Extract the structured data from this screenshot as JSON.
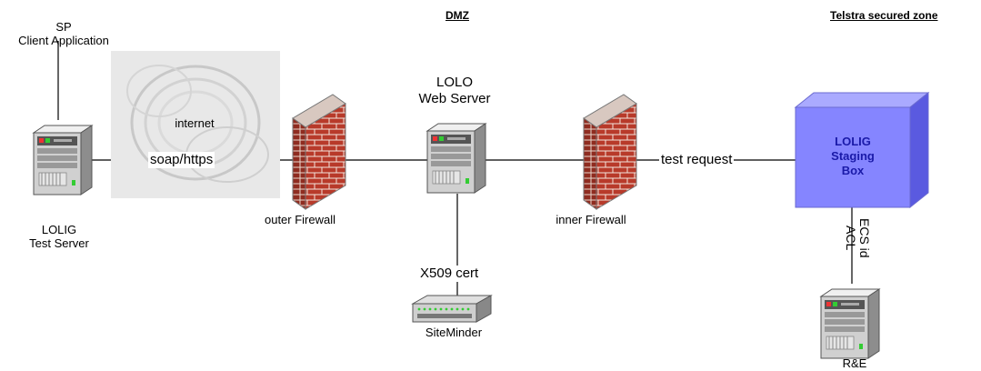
{
  "headers": {
    "dmz": "DMZ",
    "secured_zone": "Telstra secured zone"
  },
  "nodes": {
    "client_app": {
      "line1": "SP",
      "line2": "Client Application"
    },
    "test_server": {
      "line1": "LOLIG",
      "line2": "Test Server"
    },
    "cloud": {
      "label": "internet"
    },
    "outer_firewall": {
      "label": "outer Firewall"
    },
    "web_server": {
      "line1": "LOLO",
      "line2": "Web Server"
    },
    "inner_firewall": {
      "label": "inner Firewall"
    },
    "staging_box": {
      "line1": "LOLIG",
      "line2": "Staging",
      "line3": "Box"
    },
    "siteminder": {
      "label": "SiteMinder"
    },
    "re_server": {
      "label": "R&E"
    }
  },
  "links": {
    "soap": "soap/https",
    "test_request": "test request",
    "x509": "X509 cert",
    "ecs_id": "ECS id",
    "acl": "ACL"
  },
  "colors": {
    "firewall_brick": "#b83a2a",
    "firewall_mortar": "#f2e4dc",
    "staging_front": "#8585ff",
    "staging_top": "#aaaaff",
    "staging_side": "#5a5ae0",
    "server_body": "#d0d0d0"
  },
  "icons": {
    "server": "server-tower-icon",
    "firewall": "brick-wall-icon",
    "switch": "network-switch-icon",
    "cloud": "internet-cloud-icon"
  }
}
